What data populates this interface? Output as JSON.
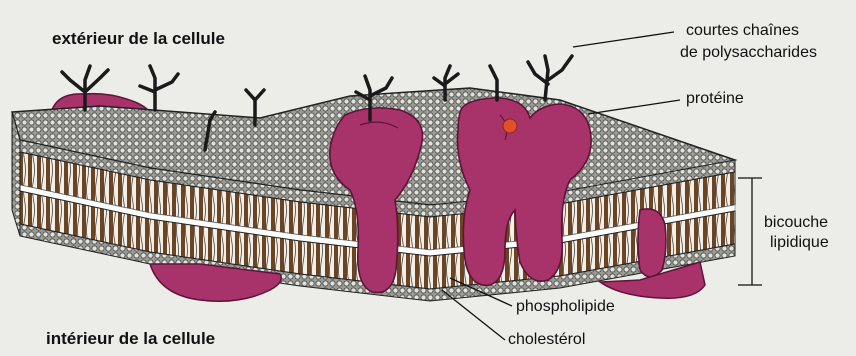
{
  "labels": {
    "outside": "extérieur de la cellule",
    "inside": "intérieur de la cellule",
    "polysaccharides_line1": "courtes  chaînes",
    "polysaccharides_line2": "de polysaccharides",
    "protein": "protéine",
    "bilayer_line1": "bicouche",
    "bilayer_line2": "lipidique",
    "phospholipid": "phospholipide",
    "cholesterol": "cholestérol"
  },
  "colors": {
    "background": "#ecece9",
    "head": "#d7d7d2",
    "tail": "#6b4423",
    "protein": "#a8336a",
    "protein_dark": "#6e1b43",
    "sugar": "#1a1a1a"
  }
}
